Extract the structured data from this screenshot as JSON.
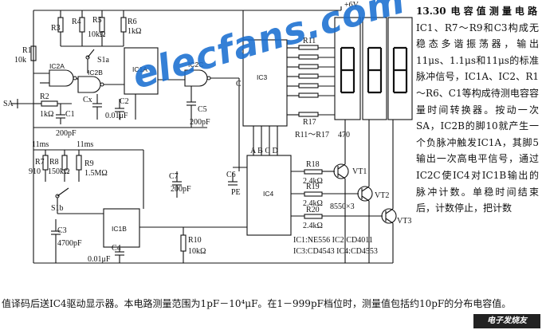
{
  "description": {
    "number": "13.30",
    "title": "电容值测量电路",
    "body": "IC1、R7～R9和C3构成无稳态多谐振荡器，输出11μs、1.1μs和11μs的标准脉冲信号，IC1A、IC2、R1～R6、C1等构成待测电容容量时间转换器。按动一次SA，IC2B的脚10就产生一个负脉冲触发IC1A，其脚5输出一次高电平信号，通过IC2C使IC4对IC1B输出的脉冲计数。单稳时间结束后，计数停止，把计数"
  },
  "footer": "值译码后送IC4驱动显示器。本电路测量范围为1pF－10⁴μF。在1－999pF档位时，测量值包括约10pF的分布电容值。",
  "watermark": "elecfans.com",
  "logo": "电子发烧友",
  "labels": {
    "supply": "+6V",
    "r1": "R1",
    "r1v": "10k",
    "r2": "R2",
    "r2v": "1kΩ",
    "r3": "R3",
    "r4": "R4",
    "r5": "R5",
    "r5v": "10kΩ",
    "r6": "R6",
    "r6v": "1kΩ",
    "s1a": "S1a",
    "sa": "SA",
    "cx": "Cx",
    "c1": "C1",
    "c1v": "200pF",
    "c2": "C2",
    "c2v": "0.01μF",
    "c5": "C5",
    "c5v": "200pF",
    "c6": "C6",
    "c7": "C7",
    "c7v": "200pF",
    "c3": "C3",
    "c3v": "4700pF",
    "c4": "C4",
    "c4v": "0.01μF",
    "ic2a": "IC2A",
    "ic2b": "IC2B",
    "ic1a": "IC1A",
    "ic2c": "IC2C",
    "ic3": "IC3",
    "ic4": "IC4",
    "ic1b": "IC1B",
    "r7": "R7",
    "r7v": "910",
    "r8": "R8",
    "r8v": "150kΩ",
    "r9": "R9",
    "r9v": "1.5MΩ",
    "r10": "R10",
    "r10v": "10kΩ",
    "r11": "R11",
    "r17": "R17",
    "r11r17": "R11～R17",
    "r11r17v": "470",
    "r18": "R18",
    "r18v": "2.4kΩ",
    "r19": "R19",
    "r19v": "2.4kΩ",
    "r20": "R20",
    "r20v": "2.4kΩ",
    "vt1": "VT1",
    "vt2": "VT2",
    "vt3": "VT3",
    "tr": "8550×3",
    "s1b": "S1b",
    "t1": "11ms",
    "t2": "11ms",
    "pe": "PE",
    "abcd": "A B C D",
    "c_seg": "C",
    "ics1": "IC1:NE556 IC2:CD4011",
    "ics2": "IC3:CD4543 IC4:CD4553"
  }
}
